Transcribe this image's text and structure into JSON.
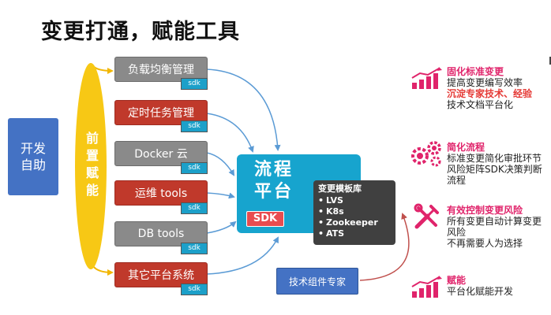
{
  "title": "变更打通，赋能工具",
  "left_box": {
    "label": "开发自助"
  },
  "ellipse_label": "前置赋能",
  "sources": [
    {
      "label": "负载均衡管理",
      "sdk": "sdk"
    },
    {
      "label": "定时任务管理",
      "sdk": "sdk"
    },
    {
      "label": "Docker 云",
      "sdk": "sdk"
    },
    {
      "label": "运维 tools",
      "sdk": "sdk"
    },
    {
      "label": "DB tools",
      "sdk": "sdk"
    },
    {
      "label": "其它平台系统",
      "sdk": "sdk"
    }
  ],
  "platform": {
    "line1": "流程",
    "line2": "平台",
    "sdk": "SDK"
  },
  "template_lib": {
    "title": "变更模板库",
    "items": [
      "LVS",
      "K8s",
      "Zookeeper",
      "ATS"
    ]
  },
  "expert": "技术组件专家",
  "features": [
    {
      "icon": "growth-chart-icon",
      "title": "固化标准变更",
      "lines": [
        "提高变更编写效率",
        "沉淀专家技术、经验",
        "技术文档平台化"
      ],
      "highlight_index": 1
    },
    {
      "icon": "gears-icon",
      "title": "简化流程",
      "lines": [
        "标准变更简化审批环节",
        "风险矩阵SDK决策判断",
        "流程"
      ]
    },
    {
      "icon": "tools-icon",
      "title": "有效控制变更风险",
      "lines": [
        "所有变更自动计算变更",
        "风险",
        "不再需要人为选择"
      ]
    },
    {
      "icon": "growth-chart-icon",
      "title": "赋能",
      "lines": [
        "平台化赋能开发"
      ]
    }
  ],
  "colors": {
    "accent_pink": "#e0246b",
    "platform_blue": "#17a4ce",
    "box_blue": "#4472c4",
    "ellipse_yellow": "#f7c815",
    "red_box": "#c0392b",
    "gray_box": "#8a8a8a"
  }
}
